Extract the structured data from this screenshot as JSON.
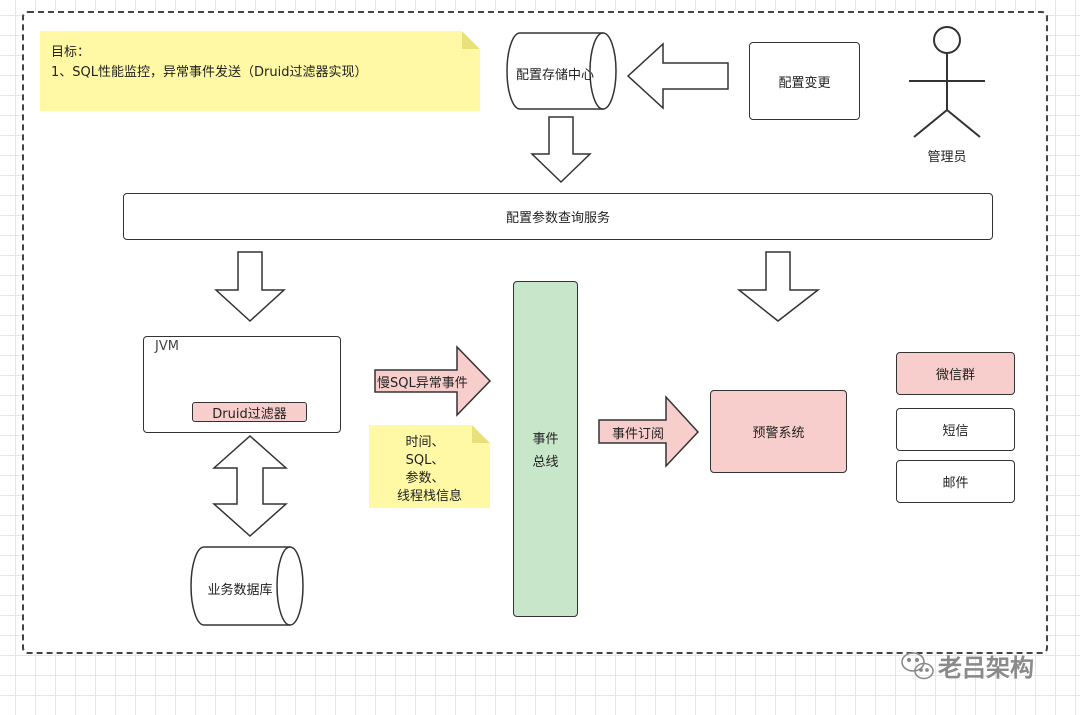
{
  "note_goal": {
    "title": "目标：",
    "line1": "1、SQL性能监控，异常事件发送（Druid过滤器实现）"
  },
  "config_center": "配置存储中心",
  "config_change": "配置变更",
  "admin": "管理员",
  "query_service": "配置参数查询服务",
  "jvm": {
    "title": "JVM",
    "filter": "Druid过滤器"
  },
  "database": "业务数据库",
  "slow_sql_event": "慢SQL异常事件",
  "note_fields": [
    "时间、",
    "SQL、",
    "参数、",
    "线程栈信息"
  ],
  "event_bus": [
    "事件",
    "总线"
  ],
  "event_subscribe": "事件订阅",
  "alert_system": "预警系统",
  "channels": [
    "微信群",
    "短信",
    "邮件"
  ],
  "watermark": "老吕架构",
  "colors": {
    "pink": "#f8cecc",
    "green": "#c8e6c9",
    "note": "#fff9a6"
  }
}
